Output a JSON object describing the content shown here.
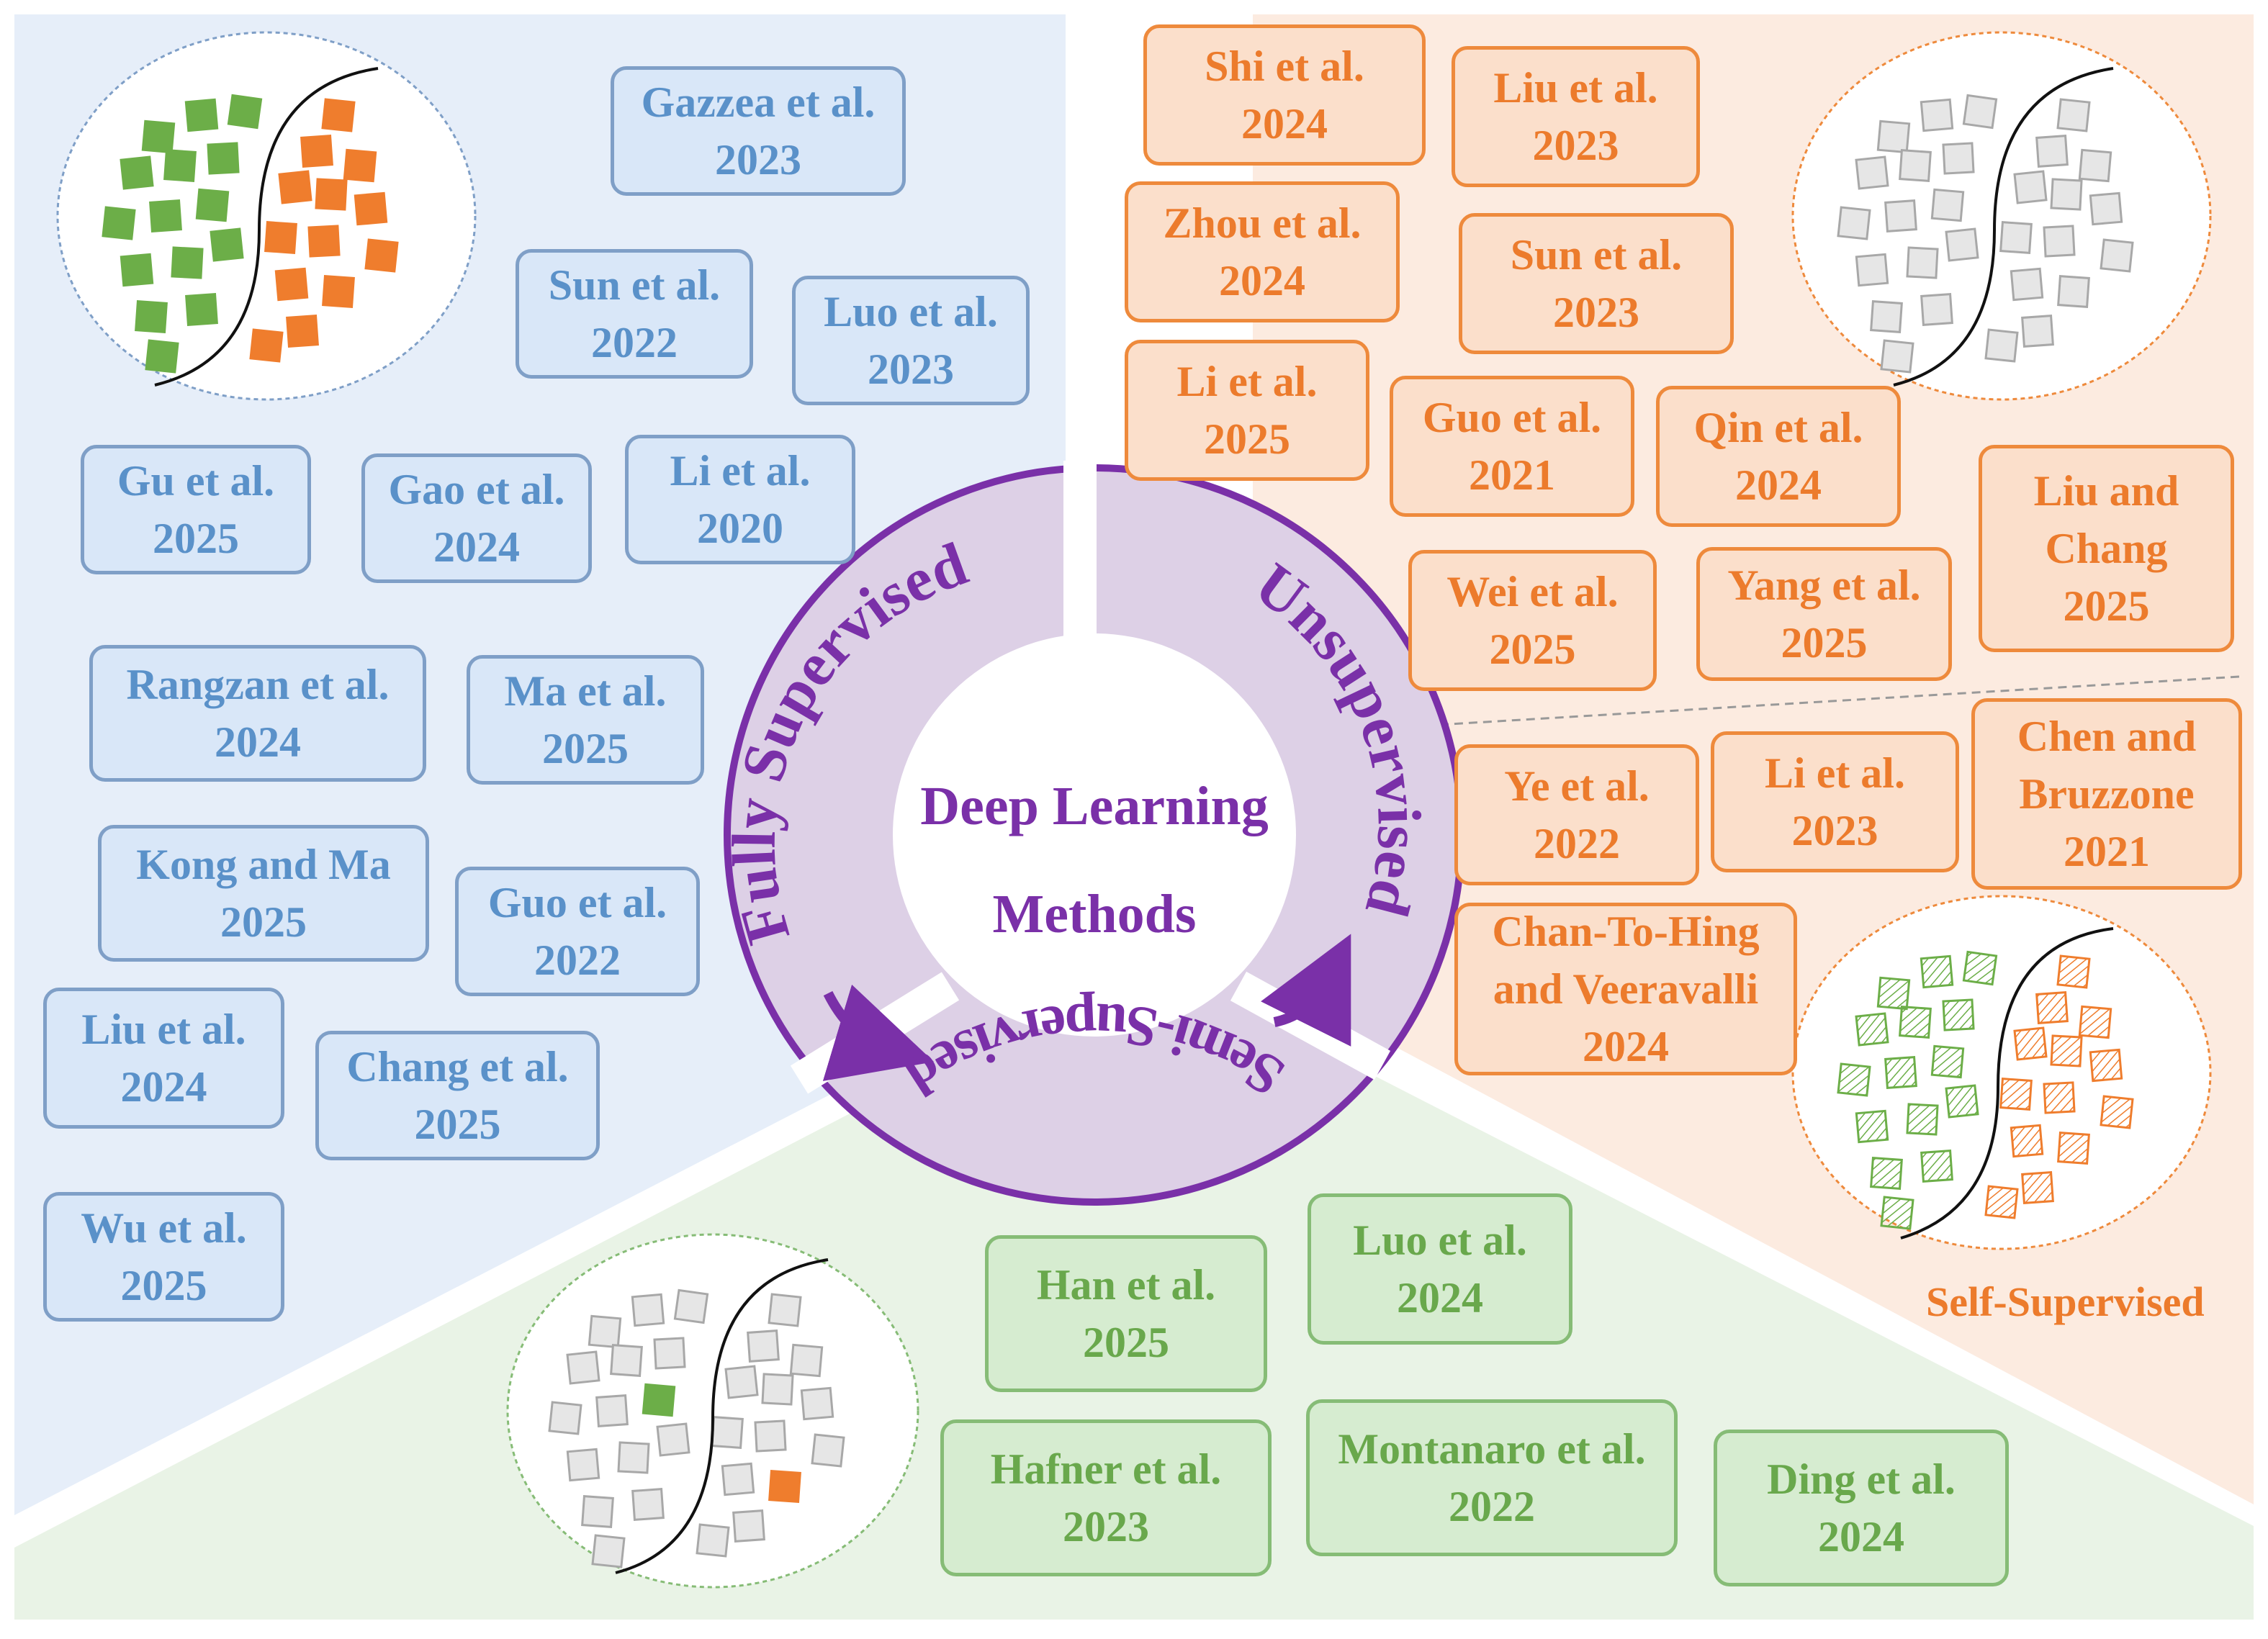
{
  "center": {
    "title_line1": "Deep Learning",
    "title_line2": "Methods",
    "ring_labels": {
      "fully_supervised": "Fully Supervised",
      "unsupervised": "Unsupervised",
      "semi_supervised": "Semi-Supervised"
    }
  },
  "self_supervised_label": "Self-Supervised",
  "colors": {
    "blue_region": "#e6eef9",
    "orange_region": "#fcebe0",
    "green_region": "#e9f3e6",
    "purple": "#7a30a8",
    "ring": "#ddd0e6"
  },
  "fully_supervised": [
    {
      "text": "Gazzea et al.\n2023"
    },
    {
      "text": "Sun et al.\n2022"
    },
    {
      "text": "Luo et al.\n2023"
    },
    {
      "text": "Gu et al.\n2025"
    },
    {
      "text": "Gao et al.\n2024"
    },
    {
      "text": "Li et al.\n2020"
    },
    {
      "text": "Rangzan et al.\n2024"
    },
    {
      "text": "Ma et al.\n2025"
    },
    {
      "text": "Kong and Ma\n2025"
    },
    {
      "text": "Guo et al.\n2022"
    },
    {
      "text": "Liu et al.\n2024"
    },
    {
      "text": "Chang et al.\n2025"
    },
    {
      "text": "Wu et al.\n2025"
    }
  ],
  "unsupervised": [
    {
      "text": "Shi et al.\n2024"
    },
    {
      "text": "Liu et al.\n2023"
    },
    {
      "text": "Zhou et al.\n2024"
    },
    {
      "text": "Sun et al.\n2023"
    },
    {
      "text": "Li et al.\n2025"
    },
    {
      "text": "Guo et al.\n2021"
    },
    {
      "text": "Qin et al.\n2024"
    },
    {
      "text": "Liu and\nChang\n2025"
    },
    {
      "text": "Wei et al.\n2025"
    },
    {
      "text": "Yang et al.\n2025"
    }
  ],
  "self_supervised": [
    {
      "text": "Ye et al.\n2022"
    },
    {
      "text": "Li et al.\n2023"
    },
    {
      "text": "Chen and\nBruzzone\n2021"
    },
    {
      "text": "Chan-To-Hing\nand Veeravalli\n2024"
    }
  ],
  "semi_supervised": [
    {
      "text": "Han et al.\n2025"
    },
    {
      "text": "Luo et al.\n2024"
    },
    {
      "text": "Hafner et al.\n2023"
    },
    {
      "text": "Montanaro et al.\n2022"
    },
    {
      "text": "Ding et al.\n2024"
    }
  ]
}
